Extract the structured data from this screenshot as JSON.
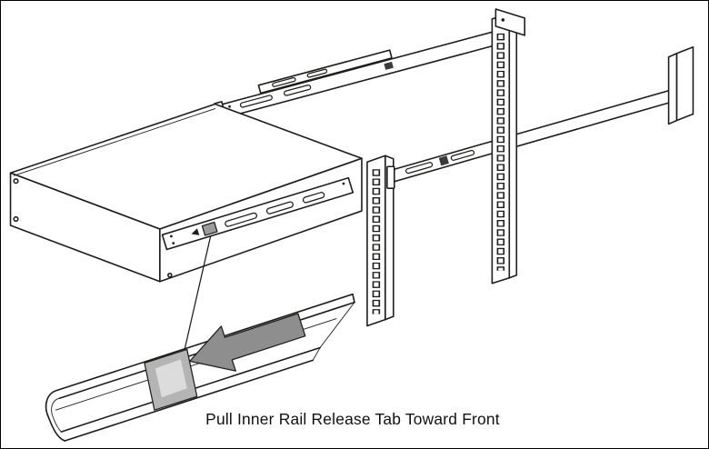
{
  "caption": "Pull Inner Rail Release Tab Toward Front",
  "colors": {
    "line": "#1d1d1b",
    "background": "#ffffff",
    "arrow_fill": "#8e8e8e",
    "detail_tab_fill": "#b4b4b4",
    "detail_tab_highlight": "#dcdcdc",
    "rail_tab_fill": "#9c9c9c",
    "dark_detail": "#3a3a3a",
    "caption_color": "#111111"
  },
  "parts": {
    "server": "server-chassis",
    "inner_rail": "chassis-inner-rail",
    "release_tab": "release-tab",
    "left_rail": "left-slide-rail",
    "right_rail": "right-slide-rail",
    "front_post": "front-rack-post",
    "rear_post": "rear-rack-post",
    "rear_right_post": "rear-right-post",
    "detail": "rail-detail-inset",
    "arrow": "pull-direction-arrow"
  }
}
